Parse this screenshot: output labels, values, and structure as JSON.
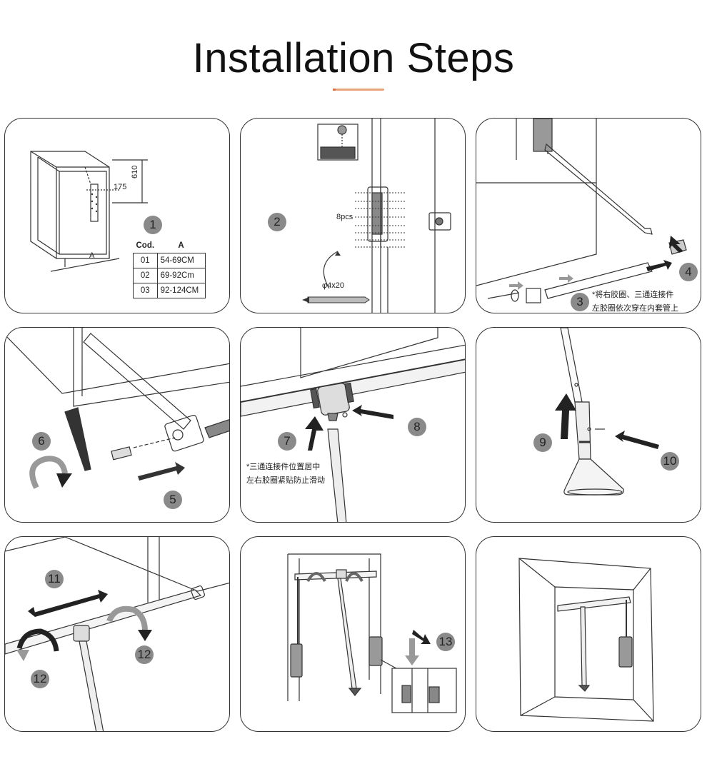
{
  "title": "Installation Steps",
  "accent_color": "#e8a27a",
  "panel1": {
    "step": "1",
    "dim_top": "175",
    "dim_right": "610",
    "dim_bottom": "A",
    "table": {
      "headers": [
        "Cod.",
        "A"
      ],
      "rows": [
        [
          "01",
          "54-69CM"
        ],
        [
          "02",
          "69-92Cm"
        ],
        [
          "03",
          "92-124CM"
        ]
      ]
    }
  },
  "panel2": {
    "step": "2",
    "pcs_label": "8pcs",
    "screw_label": "φ4x20"
  },
  "panel3": {
    "step_a": "3",
    "step_b": "4",
    "note_line1": "*将右胶圈、三通连接件",
    "note_line2": "左胶圈依次穿在内套管上"
  },
  "panel4": {
    "step_a": "6",
    "step_b": "5"
  },
  "panel5": {
    "step_a": "7",
    "step_b": "8",
    "note_line1": "*三通连接件位置居中",
    "note_line2": "左右胶圈紧贴防止滑动"
  },
  "panel6": {
    "step_a": "9",
    "step_b": "10"
  },
  "panel7": {
    "step_a": "11",
    "step_b": "12",
    "step_c": "12"
  },
  "panel8": {
    "step": "13"
  },
  "panel9": {}
}
